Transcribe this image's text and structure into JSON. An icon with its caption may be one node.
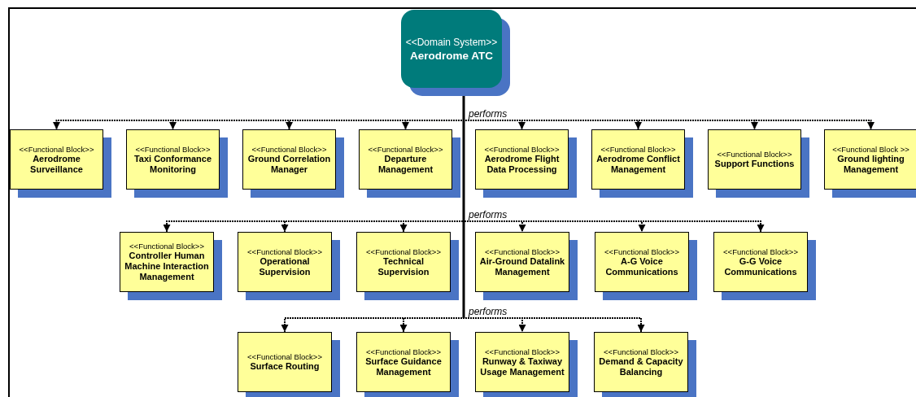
{
  "diagram": {
    "nodes": [
      {
        "text": [
          "<<Domain System>>",
          "Aerodrome ATC"
        ]
      },
      {
        "text": [
          "<<Functional Block>>",
          "Aerodrome Surveillance"
        ]
      },
      {
        "text": [
          "<<Functional Block>>",
          "Taxi Conformance Monitoring"
        ]
      },
      {
        "text": [
          "<<Functional Block>>",
          "Ground Correlation Manager"
        ]
      },
      {
        "text": [
          "<<Functional Block>>",
          "Departure Management"
        ]
      },
      {
        "text": [
          "<<Functional Block>>",
          "Aerodrome Flight Data Processing"
        ]
      },
      {
        "text": [
          "<<Functional Block>>",
          "Aerodrome Conflict Management"
        ]
      },
      {
        "text": [
          "<<Functional Block>>",
          "Support Functions"
        ]
      },
      {
        "text": [
          "<<Functional Block >>",
          "Ground lighting Management"
        ]
      },
      {
        "text": [
          "<<Functional Block>>",
          "Controller Human Machine Interaction Management"
        ]
      },
      {
        "text": [
          "<<Functional Block>>",
          "Operational Supervision"
        ]
      },
      {
        "text": [
          "<<Functional Block>>",
          "Technical Supervision"
        ]
      },
      {
        "text": [
          "<<Functional Block>>",
          "Air-Ground Datalink Management"
        ]
      },
      {
        "text": [
          "<<Functional Block>>",
          "A-G Voice Communications"
        ]
      },
      {
        "text": [
          "<<Functional Block>>",
          "G-G Voice Communications"
        ]
      },
      {
        "text": [
          "<<Functional Block>>",
          "Surface Routing"
        ]
      },
      {
        "text": [
          "<<Functional Block>>",
          "Surface Guidance Management"
        ]
      },
      {
        "text": [
          "<<Functional Block>>",
          "Runway & Taxiway Usage Management"
        ]
      },
      {
        "text": [
          "<<Functional Block>>",
          "Demand & Capacity Balancing"
        ]
      }
    ],
    "edges": [
      {
        "from": 0,
        "to": 1,
        "arrow": "to"
      },
      {
        "from": 0,
        "to": 2,
        "arrow": "to"
      },
      {
        "from": 0,
        "to": 3,
        "arrow": "to"
      },
      {
        "from": 0,
        "to": 4,
        "arrow": "to"
      },
      {
        "from": 0,
        "to": 5,
        "arrow": "to",
        "label": "performs"
      },
      {
        "from": 0,
        "to": 6,
        "arrow": "to"
      },
      {
        "from": 0,
        "to": 7,
        "arrow": "to"
      },
      {
        "from": 0,
        "to": 8,
        "arrow": "to"
      },
      {
        "from": 0,
        "to": 9,
        "arrow": "to"
      },
      {
        "from": 0,
        "to": 10,
        "arrow": "to"
      },
      {
        "from": 0,
        "to": 11,
        "arrow": "to"
      },
      {
        "from": 0,
        "to": 12,
        "arrow": "to",
        "label": "performs"
      },
      {
        "from": 0,
        "to": 13,
        "arrow": "to"
      },
      {
        "from": 0,
        "to": 14,
        "arrow": "to"
      },
      {
        "from": 0,
        "to": 15,
        "arrow": "to"
      },
      {
        "from": 0,
        "to": 16,
        "arrow": "to"
      },
      {
        "from": 0,
        "to": 17,
        "arrow": "to",
        "label": "performs"
      },
      {
        "from": 0,
        "to": 18,
        "arrow": "to"
      }
    ]
  }
}
